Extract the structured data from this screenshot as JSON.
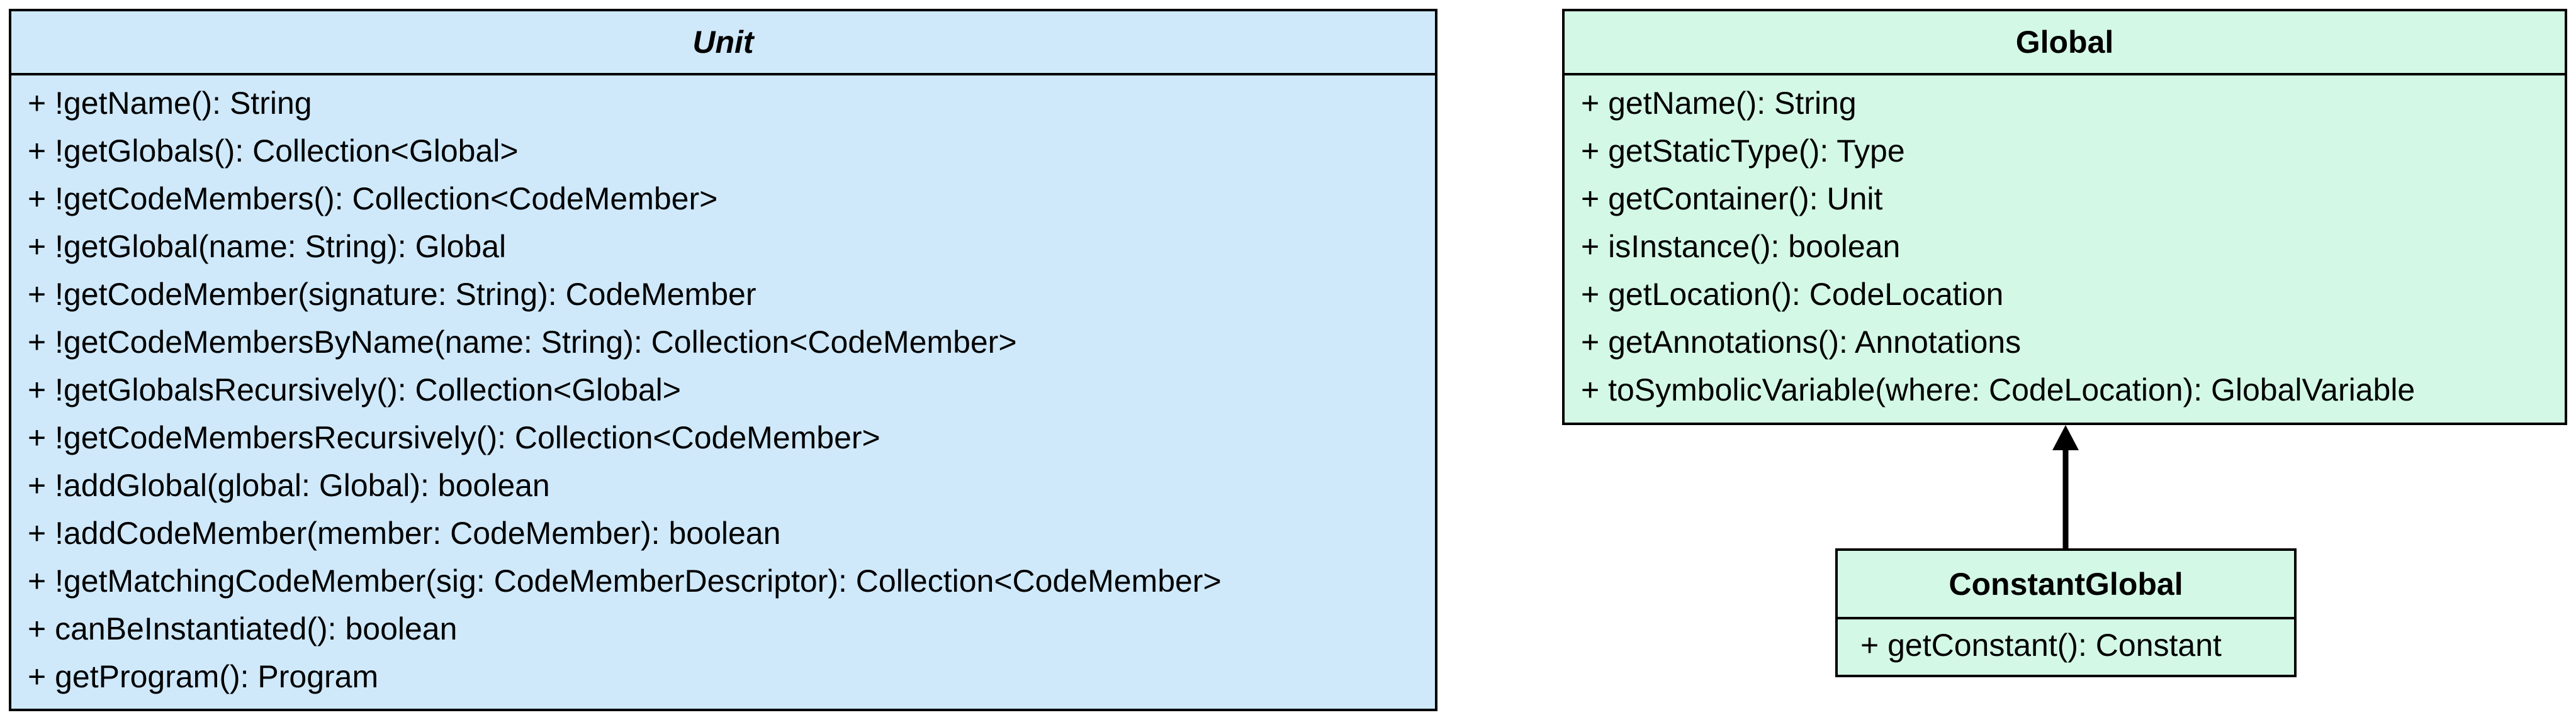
{
  "classes": {
    "unit": {
      "name": "Unit",
      "members": [
        "+ !getName(): String",
        "+ !getGlobals(): Collection<Global>",
        "+ !getCodeMembers(): Collection<CodeMember>",
        "+ !getGlobal(name: String): Global",
        "+ !getCodeMember(signature: String): CodeMember",
        "+ !getCodeMembersByName(name: String): Collection<CodeMember>",
        "+ !getGlobalsRecursively(): Collection<Global>",
        "+ !getCodeMembersRecursively(): Collection<CodeMember>",
        "+ !addGlobal(global: Global): boolean",
        "+ !addCodeMember(member: CodeMember): boolean",
        "+ !getMatchingCodeMember(sig: CodeMemberDescriptor): Collection<CodeMember>",
        "+ canBeInstantiated(): boolean",
        "+ getProgram(): Program"
      ]
    },
    "global": {
      "name": "Global",
      "members": [
        "+ getName(): String",
        "+ getStaticType(): Type",
        "+ getContainer(): Unit",
        "+ isInstance(): boolean",
        "+ getLocation(): CodeLocation",
        "+ getAnnotations(): Annotations",
        "+ toSymbolicVariable(where: CodeLocation): GlobalVariable"
      ]
    },
    "constant_global": {
      "name": "ConstantGlobal",
      "members": [
        "+ getConstant(): Constant"
      ]
    }
  },
  "colors": {
    "unit_fill": "#cfe9fb",
    "global_fill": "#d4f8e6",
    "border": "#000000"
  }
}
